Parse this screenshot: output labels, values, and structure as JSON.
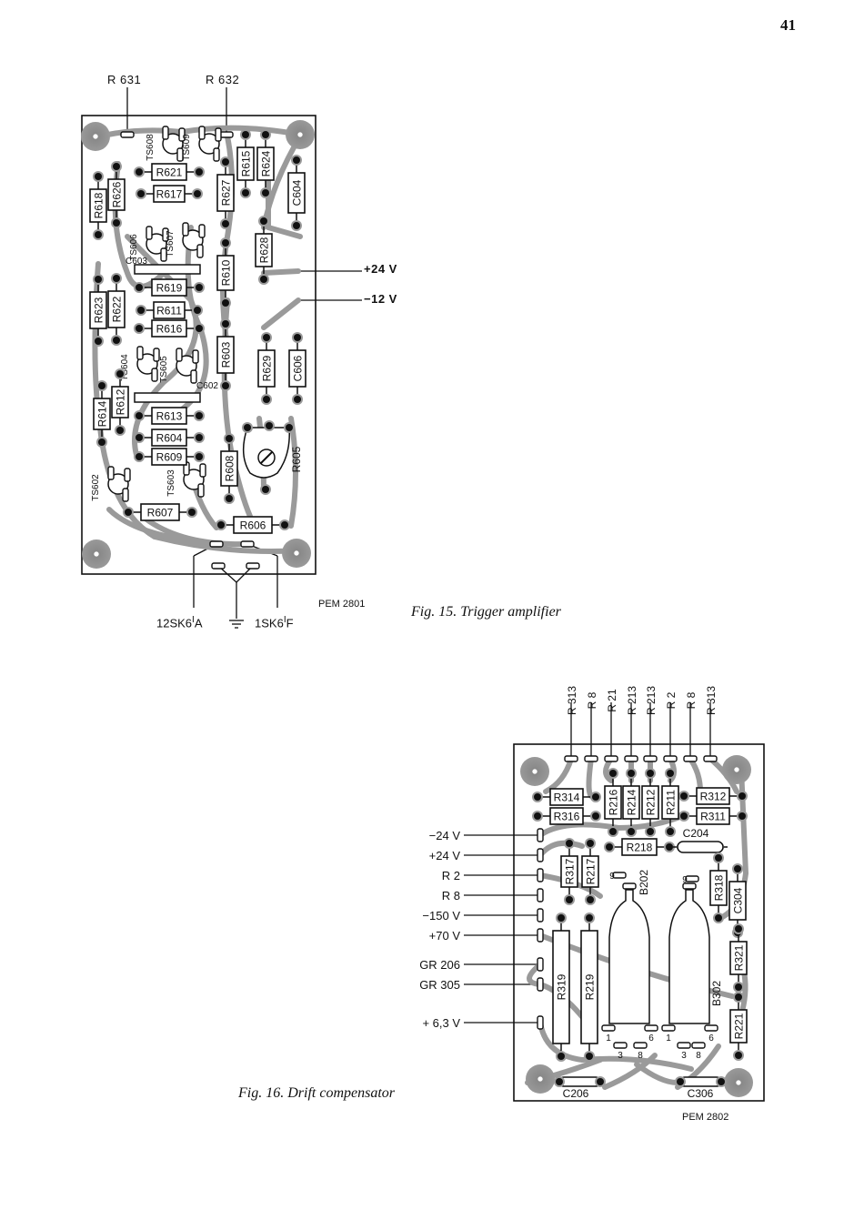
{
  "page_number": "41",
  "fig15": {
    "caption": "Fig. 15. Trigger amplifier",
    "code": "PEM 2801",
    "top_labels": [
      "R 631",
      "R 632"
    ],
    "right_labels": [
      "+24 V",
      "−12 V"
    ],
    "bottom_labels": {
      "left": "12SK6",
      "left_sub": "A",
      "right": "1SK6",
      "right_sub": "F",
      "left_sup": "I",
      "right_sup": "I"
    },
    "horizontal_resistors": [
      "R621",
      "R617",
      "R619",
      "R611",
      "R616",
      "R613",
      "R604",
      "R609",
      "R607",
      "R606"
    ],
    "vertical_components": [
      "R626",
      "R618",
      "R627",
      "R615",
      "R624",
      "C604",
      "R628",
      "R610",
      "R623",
      "R622",
      "R603",
      "R629",
      "C606",
      "R614",
      "R612",
      "R608",
      "R605"
    ],
    "capacitors": [
      "C603",
      "C602"
    ],
    "transistors": [
      "TS608",
      "TS609",
      "TS606",
      "TS607",
      "TS604",
      "TS605",
      "TS602",
      "TS603"
    ]
  },
  "fig16": {
    "caption": "Fig. 16. Drift compensator",
    "code": "PEM 2802",
    "top_labels": [
      "R 313",
      "R 8",
      "R 21",
      "R 213",
      "R 213",
      "R 2",
      "R 8",
      "R 313"
    ],
    "left_labels": [
      "−24 V",
      "+24 V",
      "R 2",
      "R 8",
      "−150 V",
      "+70 V",
      "GR 206",
      "GR 305",
      "+ 6,3 V"
    ],
    "horizontal_components": [
      "R314",
      "R316",
      "R312",
      "R311",
      "R218",
      "C204",
      "C206",
      "C306"
    ],
    "vertical_components": [
      "R216",
      "R214",
      "R212",
      "R211",
      "R317",
      "R217",
      "R318",
      "C304",
      "R319",
      "R219",
      "R321",
      "R221"
    ],
    "tubes": [
      "B202",
      "B302"
    ],
    "pin_labels": [
      "9",
      "9",
      "1",
      "6",
      "3",
      "8",
      "1",
      "6",
      "3",
      "8"
    ]
  }
}
